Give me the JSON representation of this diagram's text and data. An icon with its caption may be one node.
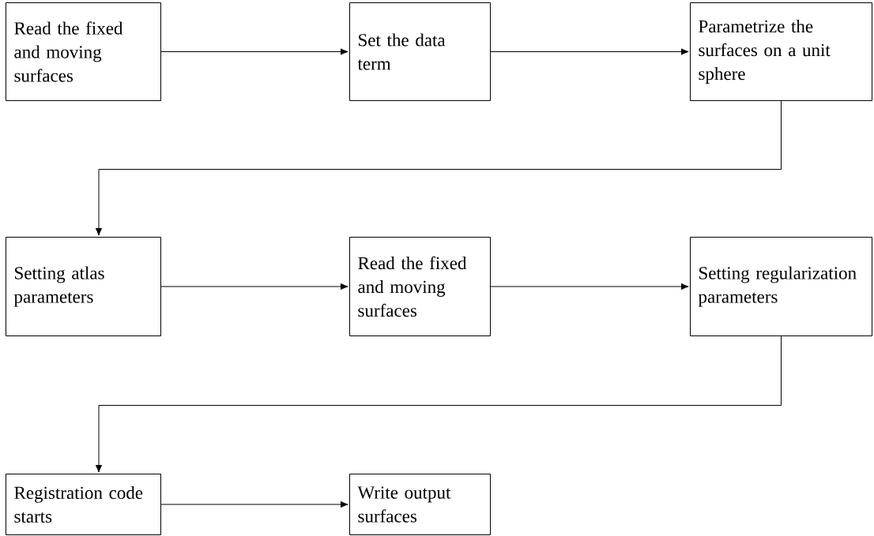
{
  "diagram": {
    "nodes": [
      {
        "text": [
          "Read the fixed and moving surfaces"
        ]
      },
      {
        "text": [
          "Set the data term"
        ]
      },
      {
        "text": [
          "Parametrize the surfaces on a unit sphere"
        ]
      },
      {
        "text": [
          "Setting atlas parameters"
        ]
      },
      {
        "text": [
          "Read the fixed and moving surfaces"
        ]
      },
      {
        "text": [
          "Setting regularization parameters"
        ]
      },
      {
        "text": [
          "Registration code starts"
        ]
      },
      {
        "text": [
          "Write output surfaces"
        ]
      }
    ],
    "edges": [
      {
        "from": 0,
        "to": 1,
        "arrow": "to"
      },
      {
        "from": 1,
        "to": 2,
        "arrow": "to"
      },
      {
        "from": 2,
        "to": 3,
        "arrow": "to"
      },
      {
        "from": 3,
        "to": 4,
        "arrow": "to"
      },
      {
        "from": 4,
        "to": 5,
        "arrow": "to"
      },
      {
        "from": 5,
        "to": 6,
        "arrow": "to"
      },
      {
        "from": 6,
        "to": 7,
        "arrow": "to"
      }
    ]
  }
}
